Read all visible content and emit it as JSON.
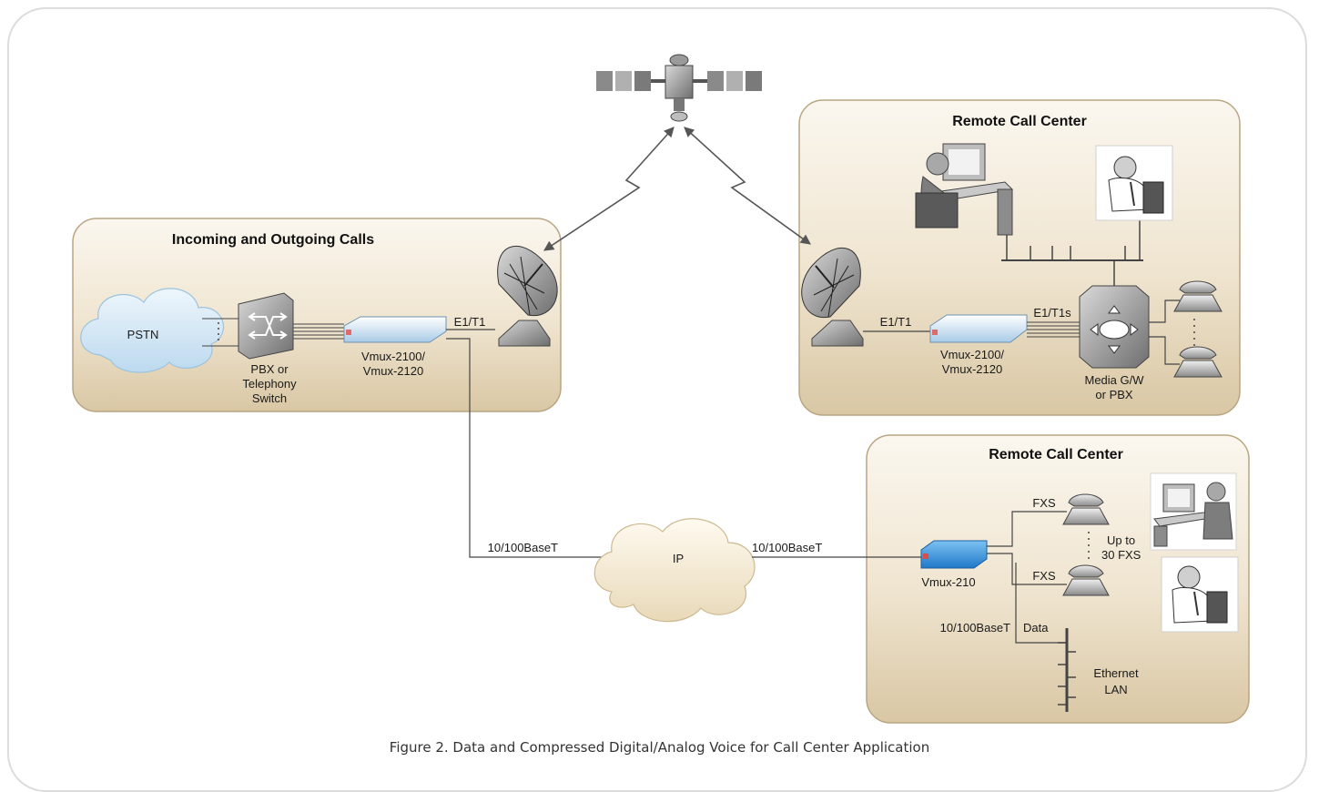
{
  "panels": {
    "left": {
      "title": "Incoming and Outgoing Calls"
    },
    "remote_top": {
      "title": "Remote Call Center"
    },
    "remote_bottom": {
      "title": "Remote Call Center"
    }
  },
  "labels": {
    "pstn": "PSTN",
    "pbx_line1": "PBX or",
    "pbx_line2": "Telephony",
    "pbx_line3": "Switch",
    "vmux_left_1": "Vmux-2100/",
    "vmux_left_2": "Vmux-2120",
    "e1t1_left": "E1/T1",
    "e1t1_right": "E1/T1",
    "e1t1s": "E1/T1s",
    "vmux_right_1": "Vmux-2100/",
    "vmux_right_2": "Vmux-2120",
    "media_gw_1": "Media G/W",
    "media_gw_2": "or PBX",
    "ip": "IP",
    "base_left": "10/100BaseT",
    "base_right": "10/100BaseT",
    "vmux210": "Vmux-210",
    "fxs_top": "FXS",
    "fxs_bottom": "FXS",
    "up_to_1": "Up to",
    "up_to_2": "30 FXS",
    "base_lan": "10/100BaseT",
    "data": "Data",
    "ethernet_1": "Ethernet",
    "ethernet_2": "LAN"
  },
  "caption": "Figure 2.  Data and Compressed Digital/Analog Voice for Call Center Application"
}
